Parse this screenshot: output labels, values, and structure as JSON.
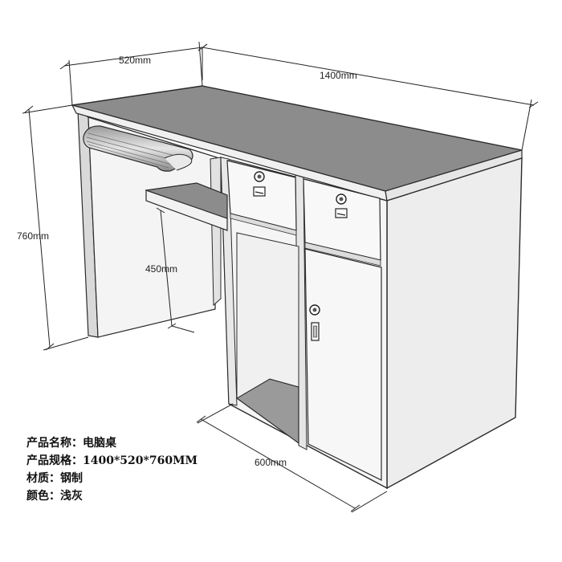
{
  "dimensions": {
    "depth": "520mm",
    "width": "1400mm",
    "height": "760mm",
    "keyboard_height": "450mm",
    "cabinet_width": "600mm"
  },
  "specs": {
    "name_label": "产品名称：",
    "name_value": "电脑桌",
    "size_label": "产品规格：",
    "size_value": "1400*520*760MM",
    "material_label": "材质：",
    "material_value": "钢制",
    "color_label": "颜色：",
    "color_value": "浅灰"
  },
  "colors": {
    "top": "#8c8c8c",
    "front": "#f3f3f3",
    "side": "#ececec",
    "edge": "#2b2b2b",
    "shadow": "#b9b9b9"
  }
}
